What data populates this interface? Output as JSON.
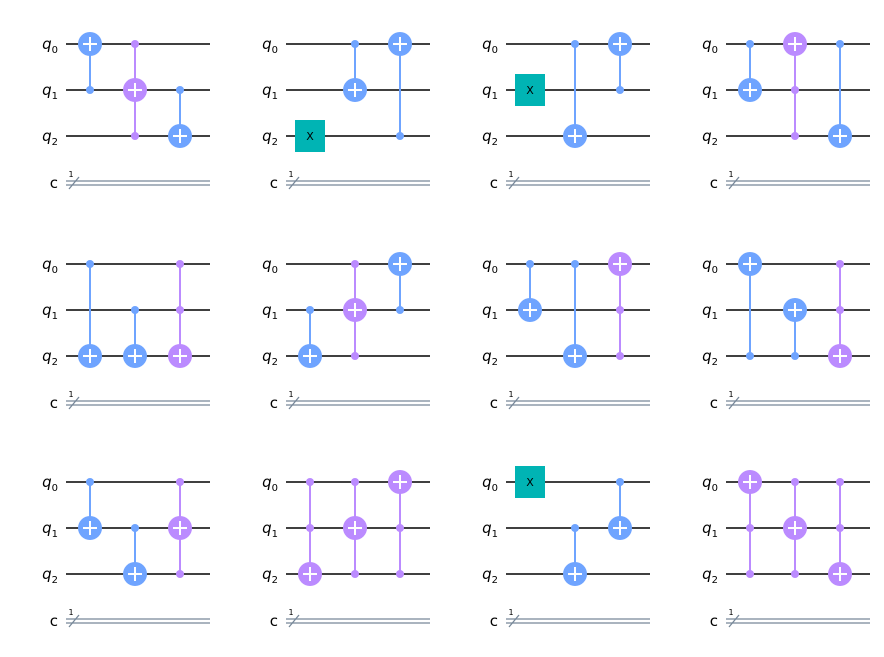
{
  "colors": {
    "cnot": "#6fa4ff",
    "toffoli": "#bb8bff",
    "x_gate": "#00b4b4",
    "wire": "#000000",
    "classical": "#778899"
  },
  "labels": {
    "qubit_prefix": "q",
    "qubit_subscripts": [
      "0",
      "1",
      "2"
    ],
    "classical": "c",
    "classical_bits": "1",
    "x_gate": "X"
  },
  "circuits": [
    {
      "gates": [
        {
          "type": "cx",
          "control": [
            1
          ],
          "target": 0
        },
        {
          "type": "ccx",
          "control": [
            0,
            2
          ],
          "target": 1
        },
        {
          "type": "cx",
          "control": [
            1
          ],
          "target": 2
        }
      ]
    },
    {
      "gates": [
        {
          "type": "x",
          "target": 2
        },
        {
          "type": "cx",
          "control": [
            0
          ],
          "target": 1
        },
        {
          "type": "cx",
          "control": [
            2
          ],
          "target": 0
        }
      ]
    },
    {
      "gates": [
        {
          "type": "x",
          "target": 1
        },
        {
          "type": "cx",
          "control": [
            0
          ],
          "target": 2
        },
        {
          "type": "cx",
          "control": [
            1
          ],
          "target": 0
        }
      ]
    },
    {
      "gates": [
        {
          "type": "cx",
          "control": [
            0
          ],
          "target": 1
        },
        {
          "type": "ccx",
          "control": [
            1,
            2
          ],
          "target": 0
        },
        {
          "type": "cx",
          "control": [
            0
          ],
          "target": 2
        }
      ]
    },
    {
      "gates": [
        {
          "type": "cx",
          "control": [
            0
          ],
          "target": 2
        },
        {
          "type": "cx",
          "control": [
            1
          ],
          "target": 2
        },
        {
          "type": "ccx",
          "control": [
            0,
            1
          ],
          "target": 2
        }
      ]
    },
    {
      "gates": [
        {
          "type": "cx",
          "control": [
            1
          ],
          "target": 2
        },
        {
          "type": "ccx",
          "control": [
            0,
            2
          ],
          "target": 1
        },
        {
          "type": "cx",
          "control": [
            1
          ],
          "target": 0
        }
      ]
    },
    {
      "gates": [
        {
          "type": "cx",
          "control": [
            0
          ],
          "target": 1
        },
        {
          "type": "cx",
          "control": [
            0
          ],
          "target": 2
        },
        {
          "type": "ccx",
          "control": [
            1,
            2
          ],
          "target": 0
        }
      ]
    },
    {
      "gates": [
        {
          "type": "cx",
          "control": [
            2
          ],
          "target": 0
        },
        {
          "type": "cx",
          "control": [
            2
          ],
          "target": 1
        },
        {
          "type": "ccx",
          "control": [
            0,
            1
          ],
          "target": 2
        }
      ]
    },
    {
      "gates": [
        {
          "type": "cx",
          "control": [
            0
          ],
          "target": 1
        },
        {
          "type": "cx",
          "control": [
            1
          ],
          "target": 2
        },
        {
          "type": "ccx",
          "control": [
            0,
            2
          ],
          "target": 1
        }
      ]
    },
    {
      "gates": [
        {
          "type": "ccx",
          "control": [
            0,
            1
          ],
          "target": 2
        },
        {
          "type": "ccx",
          "control": [
            0,
            2
          ],
          "target": 1
        },
        {
          "type": "ccx",
          "control": [
            1,
            2
          ],
          "target": 0
        }
      ]
    },
    {
      "gates": [
        {
          "type": "x",
          "target": 0
        },
        {
          "type": "cx",
          "control": [
            1
          ],
          "target": 2
        },
        {
          "type": "cx",
          "control": [
            0
          ],
          "target": 1
        }
      ]
    },
    {
      "gates": [
        {
          "type": "ccx",
          "control": [
            1,
            2
          ],
          "target": 0
        },
        {
          "type": "ccx",
          "control": [
            0,
            2
          ],
          "target": 1
        },
        {
          "type": "ccx",
          "control": [
            0,
            1
          ],
          "target": 2
        }
      ]
    }
  ]
}
